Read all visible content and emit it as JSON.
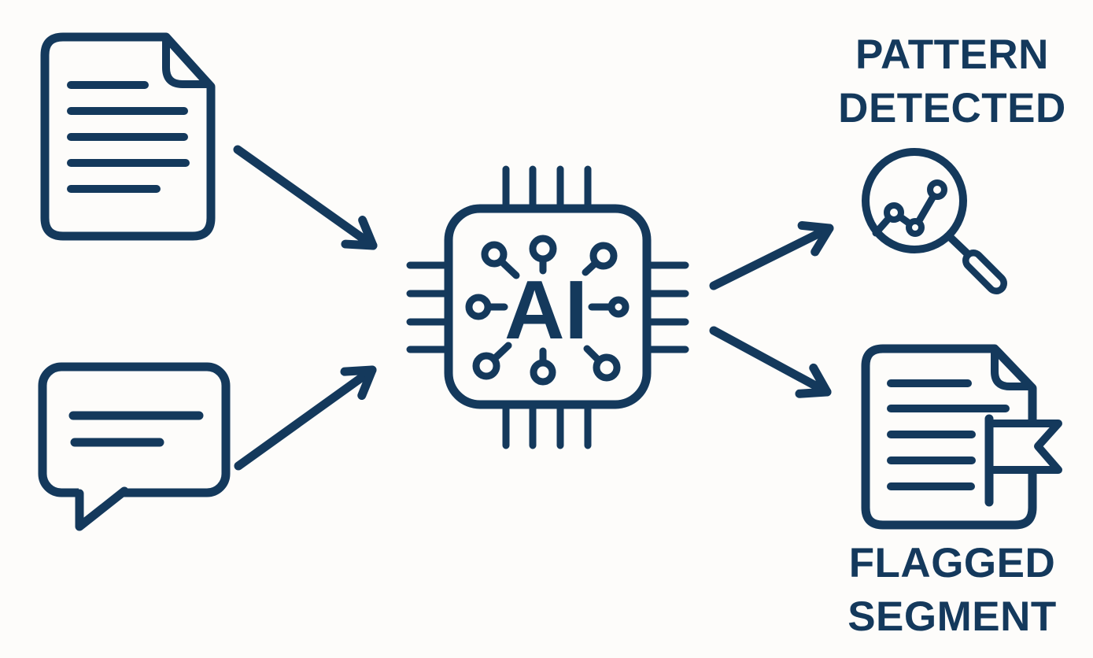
{
  "colors": {
    "ink": "#14395C",
    "bg": "#FDFCFA"
  },
  "nodes": {
    "document_input": {
      "icon": "document-icon"
    },
    "chat_input": {
      "icon": "chat-bubble-icon"
    },
    "ai_processor": {
      "icon": "ai-chip-icon",
      "label": "AI"
    },
    "pattern_detected": {
      "icon": "magnifier-chart-icon",
      "title": "PATTERN DETECTED",
      "title_lines": [
        "PATTERN",
        "DETECTED"
      ]
    },
    "flagged_segment": {
      "icon": "flagged-document-icon",
      "title": "FLAGGED SEGMENT",
      "title_lines": [
        "FLAGGED",
        "SEGMENT"
      ]
    }
  },
  "arrows": [
    {
      "from": "document_input",
      "to": "ai_processor"
    },
    {
      "from": "chat_input",
      "to": "ai_processor"
    },
    {
      "from": "ai_processor",
      "to": "pattern_detected"
    },
    {
      "from": "ai_processor",
      "to": "flagged_segment"
    }
  ]
}
